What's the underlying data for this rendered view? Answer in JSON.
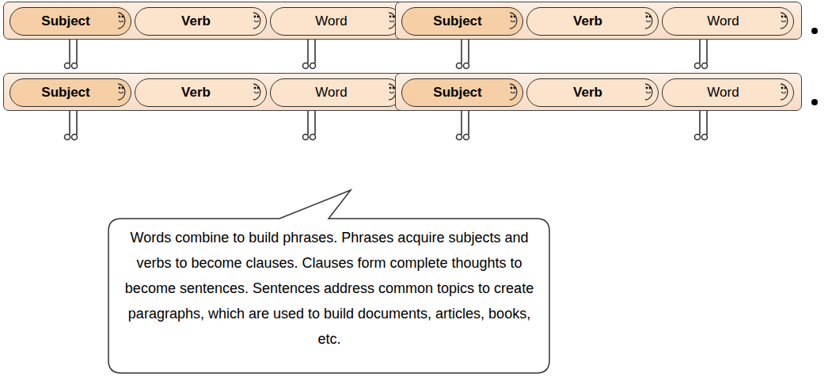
{
  "diagram": {
    "nodes": [
      {
        "text": []
      },
      {
        "text": [
          "Subject"
        ],
        "in": 0
      },
      {
        "text": [
          "Verb"
        ],
        "in": 0
      },
      {
        "text": [
          "Word"
        ],
        "in": 0
      },
      {
        "text": []
      },
      {
        "text": [
          "Subject"
        ],
        "in": 4
      },
      {
        "text": [
          "Verb"
        ],
        "in": 4
      },
      {
        "text": [
          "Word"
        ],
        "in": 4
      },
      {
        "text": []
      },
      {
        "text": [
          "Subject"
        ],
        "in": 8
      },
      {
        "text": [
          "Verb"
        ],
        "in": 8
      },
      {
        "text": [
          "Word"
        ],
        "in": 8
      },
      {
        "text": []
      },
      {
        "text": [
          "Subject"
        ],
        "in": 12
      },
      {
        "text": [
          "Verb"
        ],
        "in": 12
      },
      {
        "text": [
          "Word"
        ],
        "in": 12
      },
      {
        "text": [
          "Words combine to build phrases. Phrases acquire subjects and verbs to become clauses. Clauses form complete thoughts to become sentences. Sentences address common topics to create paragraphs, which are used to build documents, articles, books, etc."
        ]
      }
    ]
  }
}
